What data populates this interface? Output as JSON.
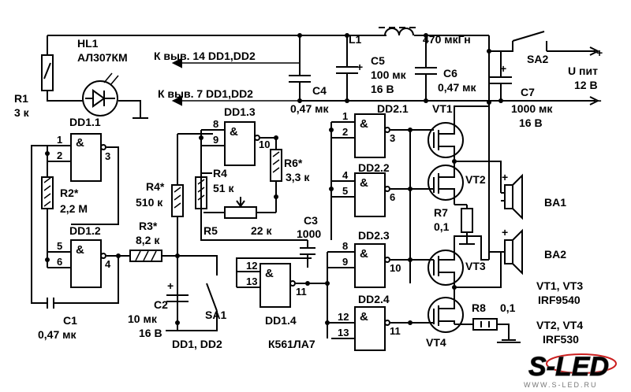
{
  "labels": {
    "hl1": "HL1",
    "hl1_type": "АЛ307КМ",
    "r1": "R1",
    "r1_val": "3 к",
    "dd11": "DD1.1",
    "dd12": "DD1.2",
    "dd13": "DD1.3",
    "dd14": "DD1.4",
    "dd21": "DD2.1",
    "dd22": "DD2.2",
    "dd23": "DD2.3",
    "dd24": "DD2.4",
    "r2": "R2*",
    "r2_val": "2,2 М",
    "r3": "R3*",
    "r3_val": "8,2 к",
    "r4a": "R4*",
    "r4a_val": "510 к",
    "r4": "R4",
    "r4_val": "51 к",
    "r5": "R5",
    "r5_val": "22 к",
    "r6": "R6*",
    "r6_val": "3,3 к",
    "r7": "R7",
    "r7_val": "0,1",
    "r8": "R8",
    "r8_val": "0,1",
    "c1": "C1",
    "c1_val": "0,47 мк",
    "c2": "C2",
    "c2_val1": "10 мк",
    "c2_val2": "16 В",
    "c3": "C3",
    "c3_val": "1000",
    "c4": "C4",
    "c4_val": "0,47 мк",
    "c5": "C5",
    "c5_val1": "100 мк",
    "c5_val2": "16 В",
    "c6": "C6",
    "c6_val": "0,47 мк",
    "c7": "C7",
    "c7_val1": "1000 мк",
    "c7_val2": "16 В",
    "l1": "L1",
    "l1_val": "470 мкГн",
    "sa1": "SA1",
    "sa2": "SA2",
    "upit1": "U пит",
    "upit2": "12 В",
    "plus": "+",
    "minus": "-",
    "pin14": "К выв. 14 DD1,DD2",
    "pin7": "К выв. 7 DD1,DD2",
    "vt1": "VT1",
    "vt2": "VT2",
    "vt3": "VT3",
    "vt4": "VT4",
    "ba1": "BA1",
    "ba2": "BA2",
    "vt13": "VT1, VT3",
    "irf9540": "IRF9540",
    "vt24": "VT2, VT4",
    "irf530": "IRF530",
    "dd_list": "DD1, DD2",
    "chip": "К561ЛА7",
    "amp": "&"
  },
  "pins": {
    "p1": "1",
    "p2": "2",
    "p3": "3",
    "p4": "4",
    "p5": "5",
    "p6": "6",
    "p8": "8",
    "p9": "9",
    "p10": "10",
    "p11": "11",
    "p12": "12",
    "p13": "13"
  },
  "logo": {
    "text": "S-LED",
    "site": "WWW.S-LED.RU",
    "accent": "#cc1f1f"
  }
}
